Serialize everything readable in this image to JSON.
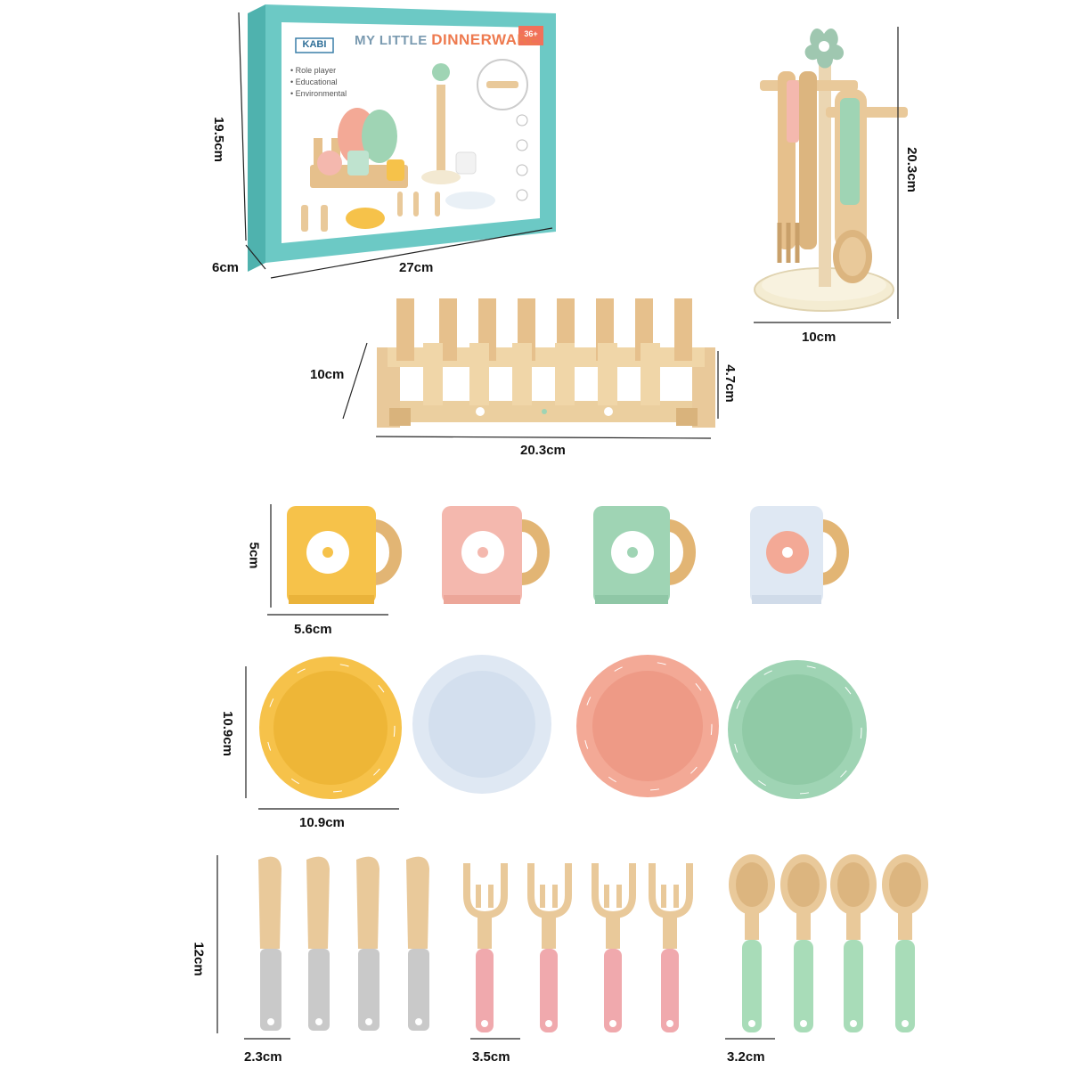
{
  "box": {
    "brand": "KABI",
    "title_prefix": "MY LITTLE",
    "title_main": "DINNERWARE",
    "age_badge": "36+",
    "features": [
      "• Role player",
      "• Educational",
      "• Environmental"
    ]
  },
  "dimensions": {
    "box_height": "19.5cm",
    "box_depth": "6cm",
    "box_width": "27cm",
    "stand_height": "20.3cm",
    "stand_width": "10cm",
    "rack_depth": "10cm",
    "rack_height": "4.7cm",
    "rack_width": "20.3cm",
    "cup_height": "5cm",
    "cup_width": "5.6cm",
    "plate_height": "10.9cm",
    "plate_width": "10.9cm",
    "utensil_length": "12cm",
    "knife_width": "2.3cm",
    "fork_width": "3.5cm",
    "spoon_width": "3.2cm"
  },
  "colors": {
    "yellow": "#f6c24a",
    "pink": "#f4b8ae",
    "mint": "#9fd4b4",
    "blue": "#dfe8f3",
    "salmon": "#f3a996",
    "wood": "#e9c99a",
    "box_teal": "#69c7c4"
  }
}
